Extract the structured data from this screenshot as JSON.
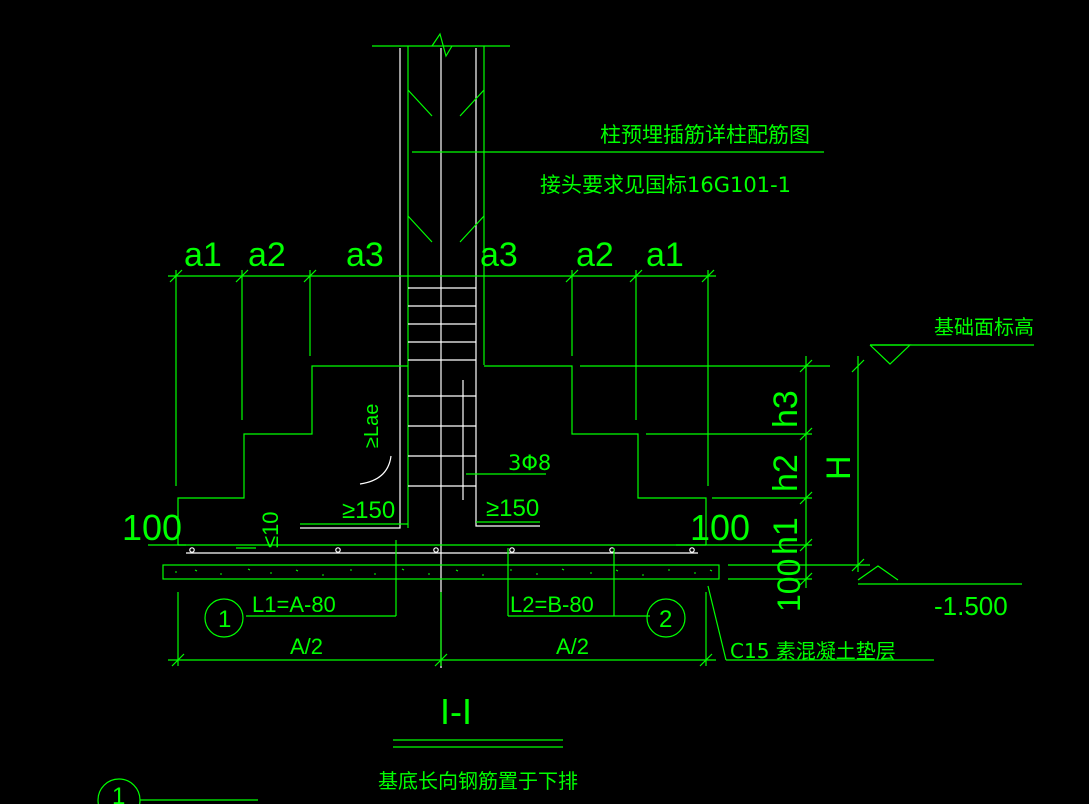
{
  "colors": {
    "background": "#000000",
    "line": "#00ff00",
    "rebar": "#ffffff"
  },
  "notes": {
    "column_dowel": "柱预埋插筋详柱配筋图",
    "joint_req": "接头要求见国标16G101-1",
    "foundation_top": "基础面标高",
    "elevation": "-1.500",
    "cushion": "C15 素混凝土垫层",
    "bottom_note": "基底长向钢筋置于下排"
  },
  "dims": {
    "a1_left": "a1",
    "a2_left": "a2",
    "a3_left": "a3",
    "a3_right": "a3",
    "a2_right": "a2",
    "a1_right": "a1",
    "h3": "h3",
    "h2": "h2",
    "h1": "h1",
    "H": "H",
    "cover_left": "100",
    "cover_right": "100",
    "pad_thk": "100",
    "anchor": "≥Lae",
    "ge150_left": "≥150",
    "ge150_right": "≥150",
    "stirrup": "3Φ8",
    "small_10": "≤10",
    "L1": "L1=A-80",
    "L2": "L2=B-80",
    "A_half_left": "A/2",
    "A_half_right": "A/2"
  },
  "markers": {
    "bar1": "1",
    "bar2": "2",
    "bar_legend": "1"
  },
  "section": {
    "label": "I-I"
  }
}
